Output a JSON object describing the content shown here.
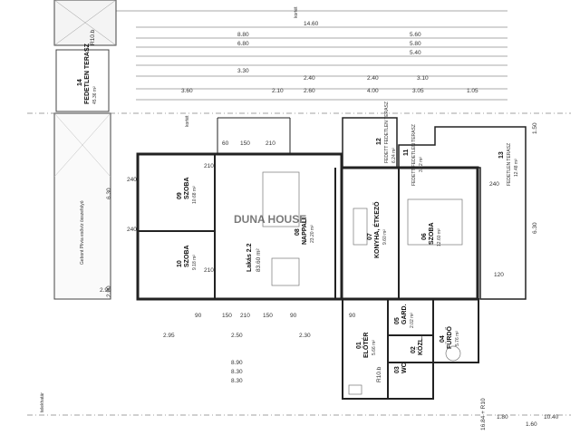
{
  "plan": {
    "apartment_title": "Lakás 2.2",
    "apartment_area": "83.60 m²",
    "watermark": "DUNA HOUSE",
    "levels": {
      "top_left": "R10.b",
      "bottom_left": "R10.b",
      "right": "16.84 + R10"
    },
    "edge_labels": {
      "boundary": "telekhatár",
      "kortet": "kortét",
      "kortet2": "kortét"
    },
    "roof_note": "Gebont Plivia esővíz összefolyó",
    "rooms": [
      {
        "num": "14",
        "name": "FEDETLEN TERASZ",
        "area": "45.36 m²"
      },
      {
        "num": "09",
        "name": "SZOBA",
        "area": "10.68 m²"
      },
      {
        "num": "10",
        "name": "SZOBA",
        "area": "9.18 m²"
      },
      {
        "num": "08",
        "name": "NAPPALI",
        "area": "23.20 m²"
      },
      {
        "num": "07",
        "name": "KONYHA, ÉTKEZŐ",
        "area": "9.60 m²"
      },
      {
        "num": "06",
        "name": "SZOBA",
        "area": "12.60 m²"
      },
      {
        "num": "12",
        "name": "FEDETT FEDETLEN TERASZ",
        "area": "6.24 m²"
      },
      {
        "num": "11",
        "name": "FEDETT FEDETLEN TERASZ",
        "area": "3.72 m²"
      },
      {
        "num": "13",
        "name": "FEDETLEN TERASZ",
        "area": "12.48 m²"
      },
      {
        "num": "05",
        "name": "GARD.",
        "area": "2.02 m²"
      },
      {
        "num": "04",
        "name": "FÜRDŐ",
        "area": "5.76 m²"
      },
      {
        "num": "01",
        "name": "ELŐTÉR",
        "area": "5.66 m²"
      },
      {
        "num": "02",
        "name": "KÖZL.",
        "area": ""
      },
      {
        "num": "03",
        "name": "WC",
        "area": ""
      }
    ],
    "top_dims": [
      "14.60",
      "8.80",
      "5.60",
      "6.80",
      "5.80",
      "5.40",
      "3.05",
      "4.00",
      "2.60",
      "3.30",
      "3.60",
      "2.40",
      "2.40",
      "2.10",
      "3.10",
      "1.05"
    ],
    "inner_dims": [
      "60",
      "150",
      "210",
      "90",
      "150",
      "210",
      "150",
      "90",
      "240",
      "210",
      "240",
      "210",
      "240",
      "120",
      "90"
    ],
    "bottom_dims": [
      "2.90",
      "2.95",
      "2.50",
      "2.30",
      "8.30",
      "8.90",
      "8.30",
      "1.60",
      "1.80",
      "10.40"
    ],
    "side_dims": [
      "1.50",
      "6.30",
      "2.90",
      "6.30"
    ]
  }
}
